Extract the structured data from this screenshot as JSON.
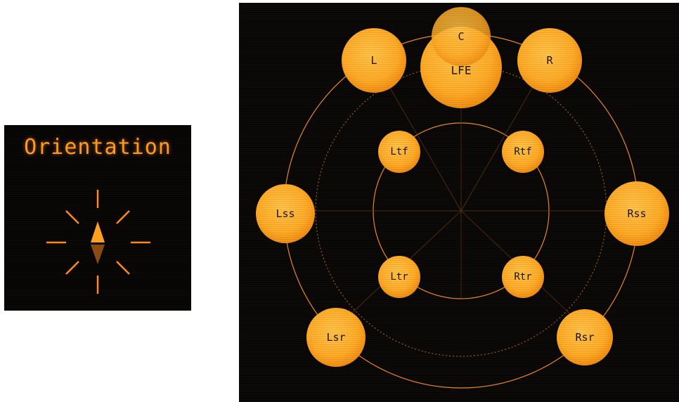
{
  "orientation": {
    "title": "Orientation"
  },
  "colors": {
    "accent": "#ff9a1f",
    "panel_bg": "#080605",
    "speaker_fill": "#ffb02e",
    "speaker_text": "#1a1208"
  },
  "speakers": [
    {
      "label": "C"
    },
    {
      "label": "L"
    },
    {
      "label": "LFE"
    },
    {
      "label": "R"
    },
    {
      "label": "Ltf"
    },
    {
      "label": "Rtf"
    },
    {
      "label": "Lss"
    },
    {
      "label": "Rss"
    },
    {
      "label": "Ltr"
    },
    {
      "label": "Rtr"
    },
    {
      "label": "Lsr"
    },
    {
      "label": "Rsr"
    }
  ]
}
